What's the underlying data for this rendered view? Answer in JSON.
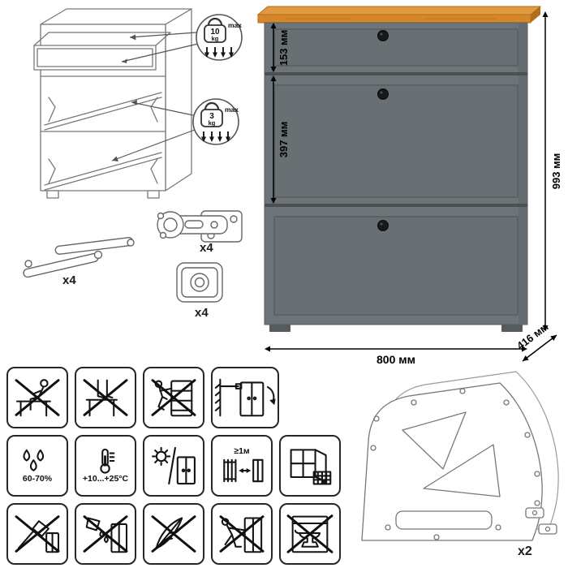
{
  "load_badges": {
    "drawer": {
      "value": "10",
      "unit": "kg",
      "max_label": "max"
    },
    "doors": {
      "value": "3",
      "unit": "kg",
      "max_label": "max"
    }
  },
  "hardware": {
    "lift_stay_qty": "x4",
    "hinge_qty": "x4",
    "foot_qty": "x4",
    "side_panel_qty": "x2"
  },
  "dimensions": {
    "drawer_height": "153 мм",
    "door_height": "397 мм",
    "total_height": "993 мм",
    "width": "800 мм",
    "depth": "416 мм"
  },
  "care": {
    "humidity": "60-70%",
    "temperature": "+10...+25°С",
    "heater_distance": "≥1м"
  },
  "colors": {
    "cabinet_body": "#6e7477",
    "cabinet_panel": "#687074",
    "wood_top": "#d8862a",
    "knob": "#16181a",
    "outline": "#787878"
  },
  "pictogram_names": [
    "no-sitting",
    "no-standing",
    "no-climbing",
    "secure-to-wall",
    "humidity-range",
    "temperature-range",
    "no-direct-sunlight",
    "heater-distance",
    "ventilation-window",
    "no-sharp-objects",
    "no-spilled-liquids",
    "no-scratching",
    "no-pushing-loaded",
    "no-heavy-items"
  ]
}
